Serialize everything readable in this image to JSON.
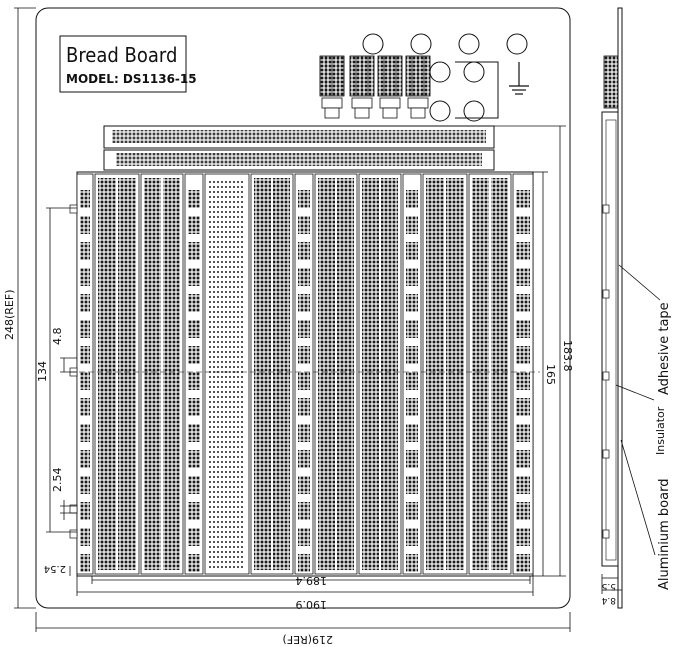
{
  "title_panel": {
    "title": "Bread Board",
    "model": "MODEL: DS1136-15"
  },
  "dimensions": {
    "overall_height": "248(REF)",
    "overall_width": "219(REF)",
    "left_134": "134",
    "left_48": "4.8",
    "left_254_pitch": "2.54",
    "left_254_bottom": "2.54",
    "right_1838": "183.8",
    "right_165": "165",
    "bottom_1884": "189.4",
    "bottom_1909": "190.9"
  },
  "side_labels": {
    "adhesive": "Adhesive tape",
    "insulator": "Insulator",
    "aluminium": "Aluminium board",
    "thick_55": "5.5",
    "thick_84": "8.4"
  },
  "colors": {
    "line": "#111111",
    "hole": "#1a1a1a",
    "board": "#ffffff"
  },
  "icons": {
    "ground": "ground-symbol-icon",
    "binding_post": "binding-post-icon"
  }
}
